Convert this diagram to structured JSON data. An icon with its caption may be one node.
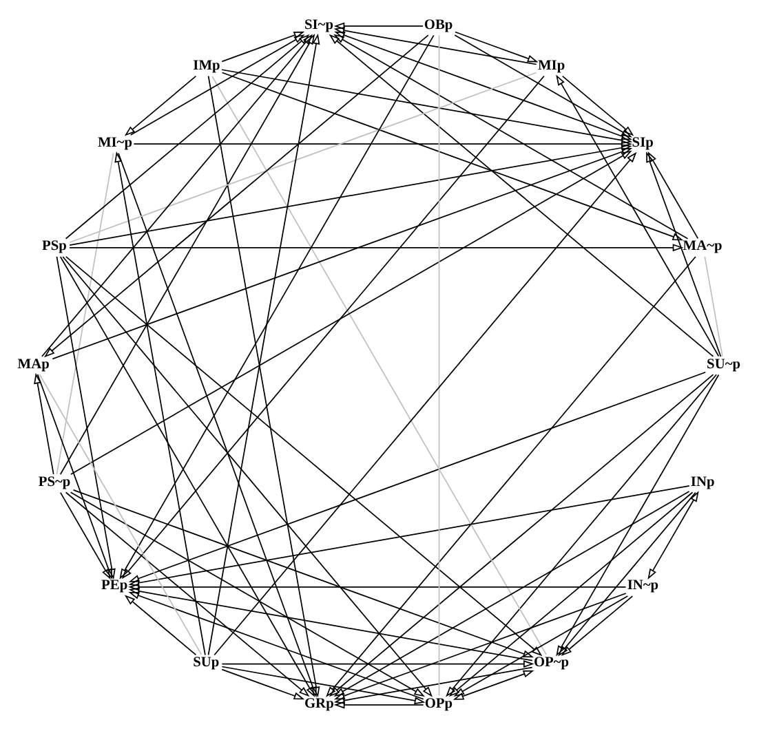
{
  "diagram": {
    "nodes": [
      {
        "text": [
          "SI~p"
        ]
      },
      {
        "text": [
          "SU~p"
        ]
      },
      {
        "text": [
          "MA~p"
        ]
      },
      {
        "text": [
          "IMp"
        ]
      },
      {
        "text": [
          "OP~p"
        ]
      },
      {
        "text": [
          "IN~p"
        ]
      },
      {
        "text": [
          "GRp"
        ]
      },
      {
        "text": [
          "MI~p"
        ]
      },
      {
        "text": [
          "PS~p"
        ]
      },
      {
        "text": [
          "SIp"
        ]
      },
      {
        "text": [
          "PSp"
        ]
      },
      {
        "text": [
          "MIp"
        ]
      },
      {
        "text": [
          "PEp"
        ]
      },
      {
        "text": [
          "INp"
        ]
      },
      {
        "text": [
          "OPp"
        ]
      },
      {
        "text": [
          "OBp"
        ]
      },
      {
        "text": [
          "MAp"
        ]
      },
      {
        "text": [
          "SUp"
        ]
      }
    ],
    "edges": [
      {
        "from": 0,
        "to": 9,
        "arrow": "both"
      },
      {
        "from": 14,
        "to": 4,
        "arrow": "both"
      },
      {
        "from": 13,
        "to": 5,
        "arrow": "both"
      },
      {
        "from": 17,
        "to": 0,
        "arrow": "to"
      },
      {
        "from": 17,
        "to": 14,
        "arrow": "to"
      },
      {
        "from": 17,
        "to": 4,
        "arrow": "to"
      },
      {
        "from": 17,
        "to": 9,
        "arrow": "to"
      },
      {
        "from": 17,
        "to": 7,
        "arrow": "to"
      },
      {
        "from": 17,
        "to": 6,
        "arrow": "to"
      },
      {
        "from": 17,
        "to": 12,
        "arrow": "to"
      },
      {
        "from": 1,
        "to": 0,
        "arrow": "to"
      },
      {
        "from": 1,
        "to": 4,
        "arrow": "to"
      },
      {
        "from": 1,
        "to": 14,
        "arrow": "to"
      },
      {
        "from": 1,
        "to": 9,
        "arrow": "to"
      },
      {
        "from": 1,
        "to": 11,
        "arrow": "to"
      },
      {
        "from": 1,
        "to": 12,
        "arrow": "to"
      },
      {
        "from": 1,
        "to": 6,
        "arrow": "to"
      },
      {
        "from": 16,
        "to": 0,
        "arrow": "to"
      },
      {
        "from": 16,
        "to": 12,
        "arrow": "to"
      },
      {
        "from": 16,
        "to": 9,
        "arrow": "to"
      },
      {
        "from": 2,
        "to": 0,
        "arrow": "to"
      },
      {
        "from": 2,
        "to": 6,
        "arrow": "to"
      },
      {
        "from": 2,
        "to": 9,
        "arrow": "to"
      },
      {
        "from": 15,
        "to": 16,
        "arrow": "to"
      },
      {
        "from": 15,
        "to": 0,
        "arrow": "to"
      },
      {
        "from": 15,
        "to": 12,
        "arrow": "to"
      },
      {
        "from": 15,
        "to": 11,
        "arrow": "to"
      },
      {
        "from": 15,
        "to": 9,
        "arrow": "to"
      },
      {
        "from": 3,
        "to": 2,
        "arrow": "to"
      },
      {
        "from": 3,
        "to": 0,
        "arrow": "to"
      },
      {
        "from": 3,
        "to": 6,
        "arrow": "to"
      },
      {
        "from": 3,
        "to": 7,
        "arrow": "to"
      },
      {
        "from": 3,
        "to": 9,
        "arrow": "to"
      },
      {
        "from": 14,
        "to": 6,
        "arrow": "to"
      },
      {
        "from": 14,
        "to": 12,
        "arrow": "to"
      },
      {
        "from": 4,
        "to": 12,
        "arrow": "to"
      },
      {
        "from": 4,
        "to": 6,
        "arrow": "to"
      },
      {
        "from": 13,
        "to": 14,
        "arrow": "to"
      },
      {
        "from": 13,
        "to": 4,
        "arrow": "to"
      },
      {
        "from": 13,
        "to": 6,
        "arrow": "to"
      },
      {
        "from": 13,
        "to": 12,
        "arrow": "to"
      },
      {
        "from": 5,
        "to": 4,
        "arrow": "to"
      },
      {
        "from": 5,
        "to": 14,
        "arrow": "to"
      },
      {
        "from": 5,
        "to": 12,
        "arrow": "to"
      },
      {
        "from": 5,
        "to": 6,
        "arrow": "to"
      },
      {
        "from": 11,
        "to": 12,
        "arrow": "to"
      },
      {
        "from": 11,
        "to": 0,
        "arrow": "to"
      },
      {
        "from": 11,
        "to": 9,
        "arrow": "to"
      },
      {
        "from": 7,
        "to": 6,
        "arrow": "to"
      },
      {
        "from": 7,
        "to": 0,
        "arrow": "to"
      },
      {
        "from": 7,
        "to": 9,
        "arrow": "to"
      },
      {
        "from": 10,
        "to": 14,
        "arrow": "to"
      },
      {
        "from": 10,
        "to": 12,
        "arrow": "to"
      },
      {
        "from": 10,
        "to": 0,
        "arrow": "to"
      },
      {
        "from": 10,
        "to": 2,
        "arrow": "to"
      },
      {
        "from": 10,
        "to": 4,
        "arrow": "to"
      },
      {
        "from": 10,
        "to": 6,
        "arrow": "to"
      },
      {
        "from": 10,
        "to": 9,
        "arrow": "to"
      },
      {
        "from": 8,
        "to": 4,
        "arrow": "to"
      },
      {
        "from": 8,
        "to": 6,
        "arrow": "to"
      },
      {
        "from": 8,
        "to": 0,
        "arrow": "to"
      },
      {
        "from": 8,
        "to": 16,
        "arrow": "to"
      },
      {
        "from": 8,
        "to": 14,
        "arrow": "to"
      },
      {
        "from": 8,
        "to": 12,
        "arrow": "to"
      },
      {
        "from": 8,
        "to": 9,
        "arrow": "to"
      },
      {
        "from": 17,
        "to": 16,
        "arrow": "none",
        "color": "#c0c0c0"
      },
      {
        "from": 15,
        "to": 14,
        "arrow": "none",
        "color": "#c0c0c0"
      },
      {
        "from": 11,
        "to": 10,
        "arrow": "none",
        "color": "#c0c0c0"
      },
      {
        "from": 1,
        "to": 2,
        "arrow": "none",
        "color": "#c0c0c0"
      },
      {
        "from": 3,
        "to": 4,
        "arrow": "none",
        "color": "#c0c0c0"
      },
      {
        "from": 7,
        "to": 8,
        "arrow": "none",
        "color": "#c0c0c0"
      }
    ]
  }
}
